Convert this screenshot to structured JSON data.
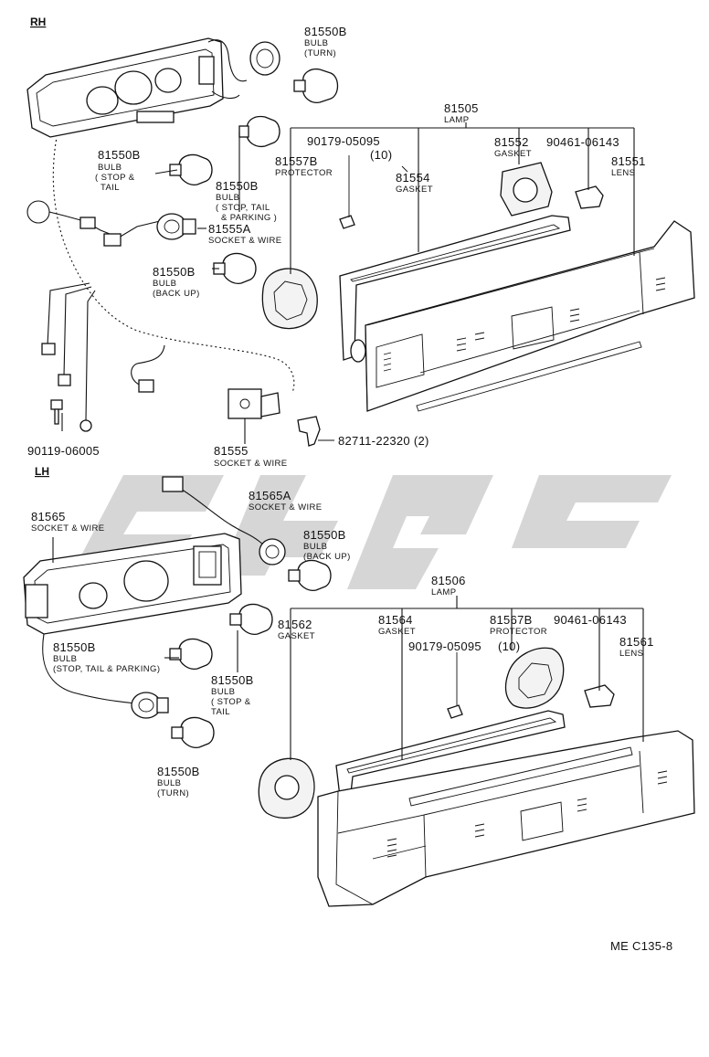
{
  "sections": {
    "rh": "RH",
    "lh": "LH"
  },
  "footer": {
    "code": "ME C135-8"
  },
  "rh_labels": {
    "bulb_turn": {
      "number": "81550B",
      "desc": [
        "BULB",
        "(TURN)"
      ]
    },
    "lamp": {
      "number": "81505",
      "desc": "LAMP"
    },
    "screw": {
      "number": "90179-05095",
      "qty": "(10)"
    },
    "gasket_top": {
      "number": "81552",
      "desc": "GASKET"
    },
    "clip": {
      "number": "90461-06143"
    },
    "lens": {
      "number": "81551",
      "desc": "LENS"
    },
    "protector": {
      "number": "81557B",
      "desc": "PROTECTOR"
    },
    "gasket_main": {
      "number": "81554",
      "desc": "GASKET"
    },
    "bulb_stop_tail": {
      "number": "81550B",
      "desc": [
        "BULB",
        "( STOP &",
        "  TAIL"
      ]
    },
    "bulb_stop_tail_parking": {
      "number": "81550B",
      "desc": [
        "BULB",
        "( STOP, TAIL",
        "& PARKING )"
      ]
    },
    "socket_wire_a": {
      "number": "81555A",
      "desc": "SOCKET & WIRE"
    },
    "bulb_back_up": {
      "number": "81550B",
      "desc": [
        "BULB",
        "(BACK UP)"
      ]
    },
    "bolt": {
      "number": "90119-06005"
    },
    "socket_wire": {
      "number": "81555",
      "desc": "SOCKET & WIRE"
    },
    "retainer": {
      "number": "82711-22320 (2)"
    }
  },
  "lh_labels": {
    "socket_wire_a": {
      "number": "81565A",
      "desc": "SOCKET & WIRE"
    },
    "socket_wire": {
      "number": "81565",
      "desc": "SOCKET & WIRE"
    },
    "bulb_back_up": {
      "number": "81550B",
      "desc": [
        "BULB",
        "(BACK UP)"
      ]
    },
    "lamp": {
      "number": "81506",
      "desc": "LAMP"
    },
    "gasket_left": {
      "number": "81562",
      "desc": "GASKET"
    },
    "gasket_main": {
      "number": "81564",
      "desc": "GASKET"
    },
    "protector": {
      "number": "81567B",
      "desc": "PROTECTOR"
    },
    "clip": {
      "number": "90461-06143"
    },
    "screw": {
      "number": "90179-05095",
      "qty": "(10)"
    },
    "lens": {
      "number": "81561",
      "desc": "LENS"
    },
    "bulb_stop_tail_parking": {
      "number": "81550B",
      "desc": [
        "BULB",
        "(STOP, TAIL & PARKING)"
      ]
    },
    "bulb_stop_tail": {
      "number": "81550B",
      "desc": [
        "BULB",
        "( STOP &",
        "  TAIL"
      ]
    },
    "bulb_turn": {
      "number": "81550B",
      "desc": [
        "BULB",
        "(TURN)"
      ]
    }
  }
}
